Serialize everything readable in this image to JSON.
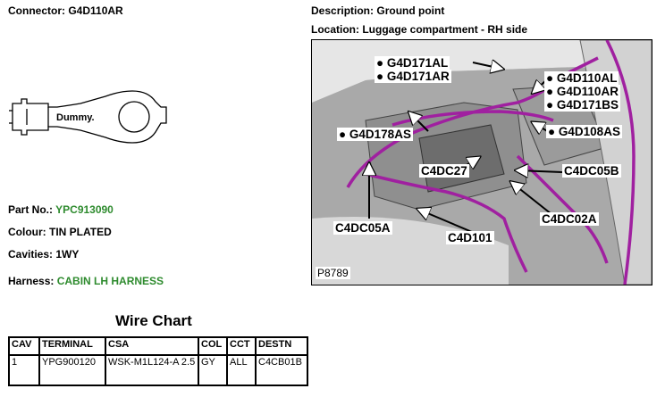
{
  "connector": {
    "label": "Connector:",
    "value": "G4D110AR"
  },
  "description": {
    "label": "Description:",
    "value": "Ground point"
  },
  "location": {
    "label": "Location:",
    "value": "Luggage compartment - RH side"
  },
  "connector_diagram": {
    "text": "Dummy."
  },
  "part_no": {
    "label": "Part No.:",
    "value": "YPC913090"
  },
  "colour": {
    "label": "Colour:",
    "value": "TIN PLATED"
  },
  "cavities": {
    "label": "Cavities:",
    "value": "1WY"
  },
  "harness": {
    "label": "Harness:",
    "value": "CABIN LH HARNESS"
  },
  "wire_chart": {
    "title": "Wire Chart",
    "headers": [
      "CAV",
      "TERMINAL",
      "CSA",
      "COL",
      "CCT",
      "DESTN"
    ],
    "rows": [
      [
        "1",
        "YPG900120",
        "WSK-M1L124-A 2.5",
        "GY",
        "ALL",
        "C4CB01B"
      ]
    ]
  },
  "photo": {
    "reference": "P8789",
    "callouts": {
      "g4d171al": "G4D171AL",
      "g4d171ar": "G4D171AR",
      "g4d110al": "G4D110AL",
      "g4d110ar": "G4D110AR",
      "g4d171bs": "G4D171BS",
      "g4d178as": "G4D178AS",
      "g4d108as": "G4D108AS",
      "c4dc27": "C4DC27",
      "c4dc05b": "C4DC05B",
      "c4dc02a": "C4DC02A",
      "c4dc05a": "C4DC05A",
      "c4d101": "C4D101"
    }
  }
}
